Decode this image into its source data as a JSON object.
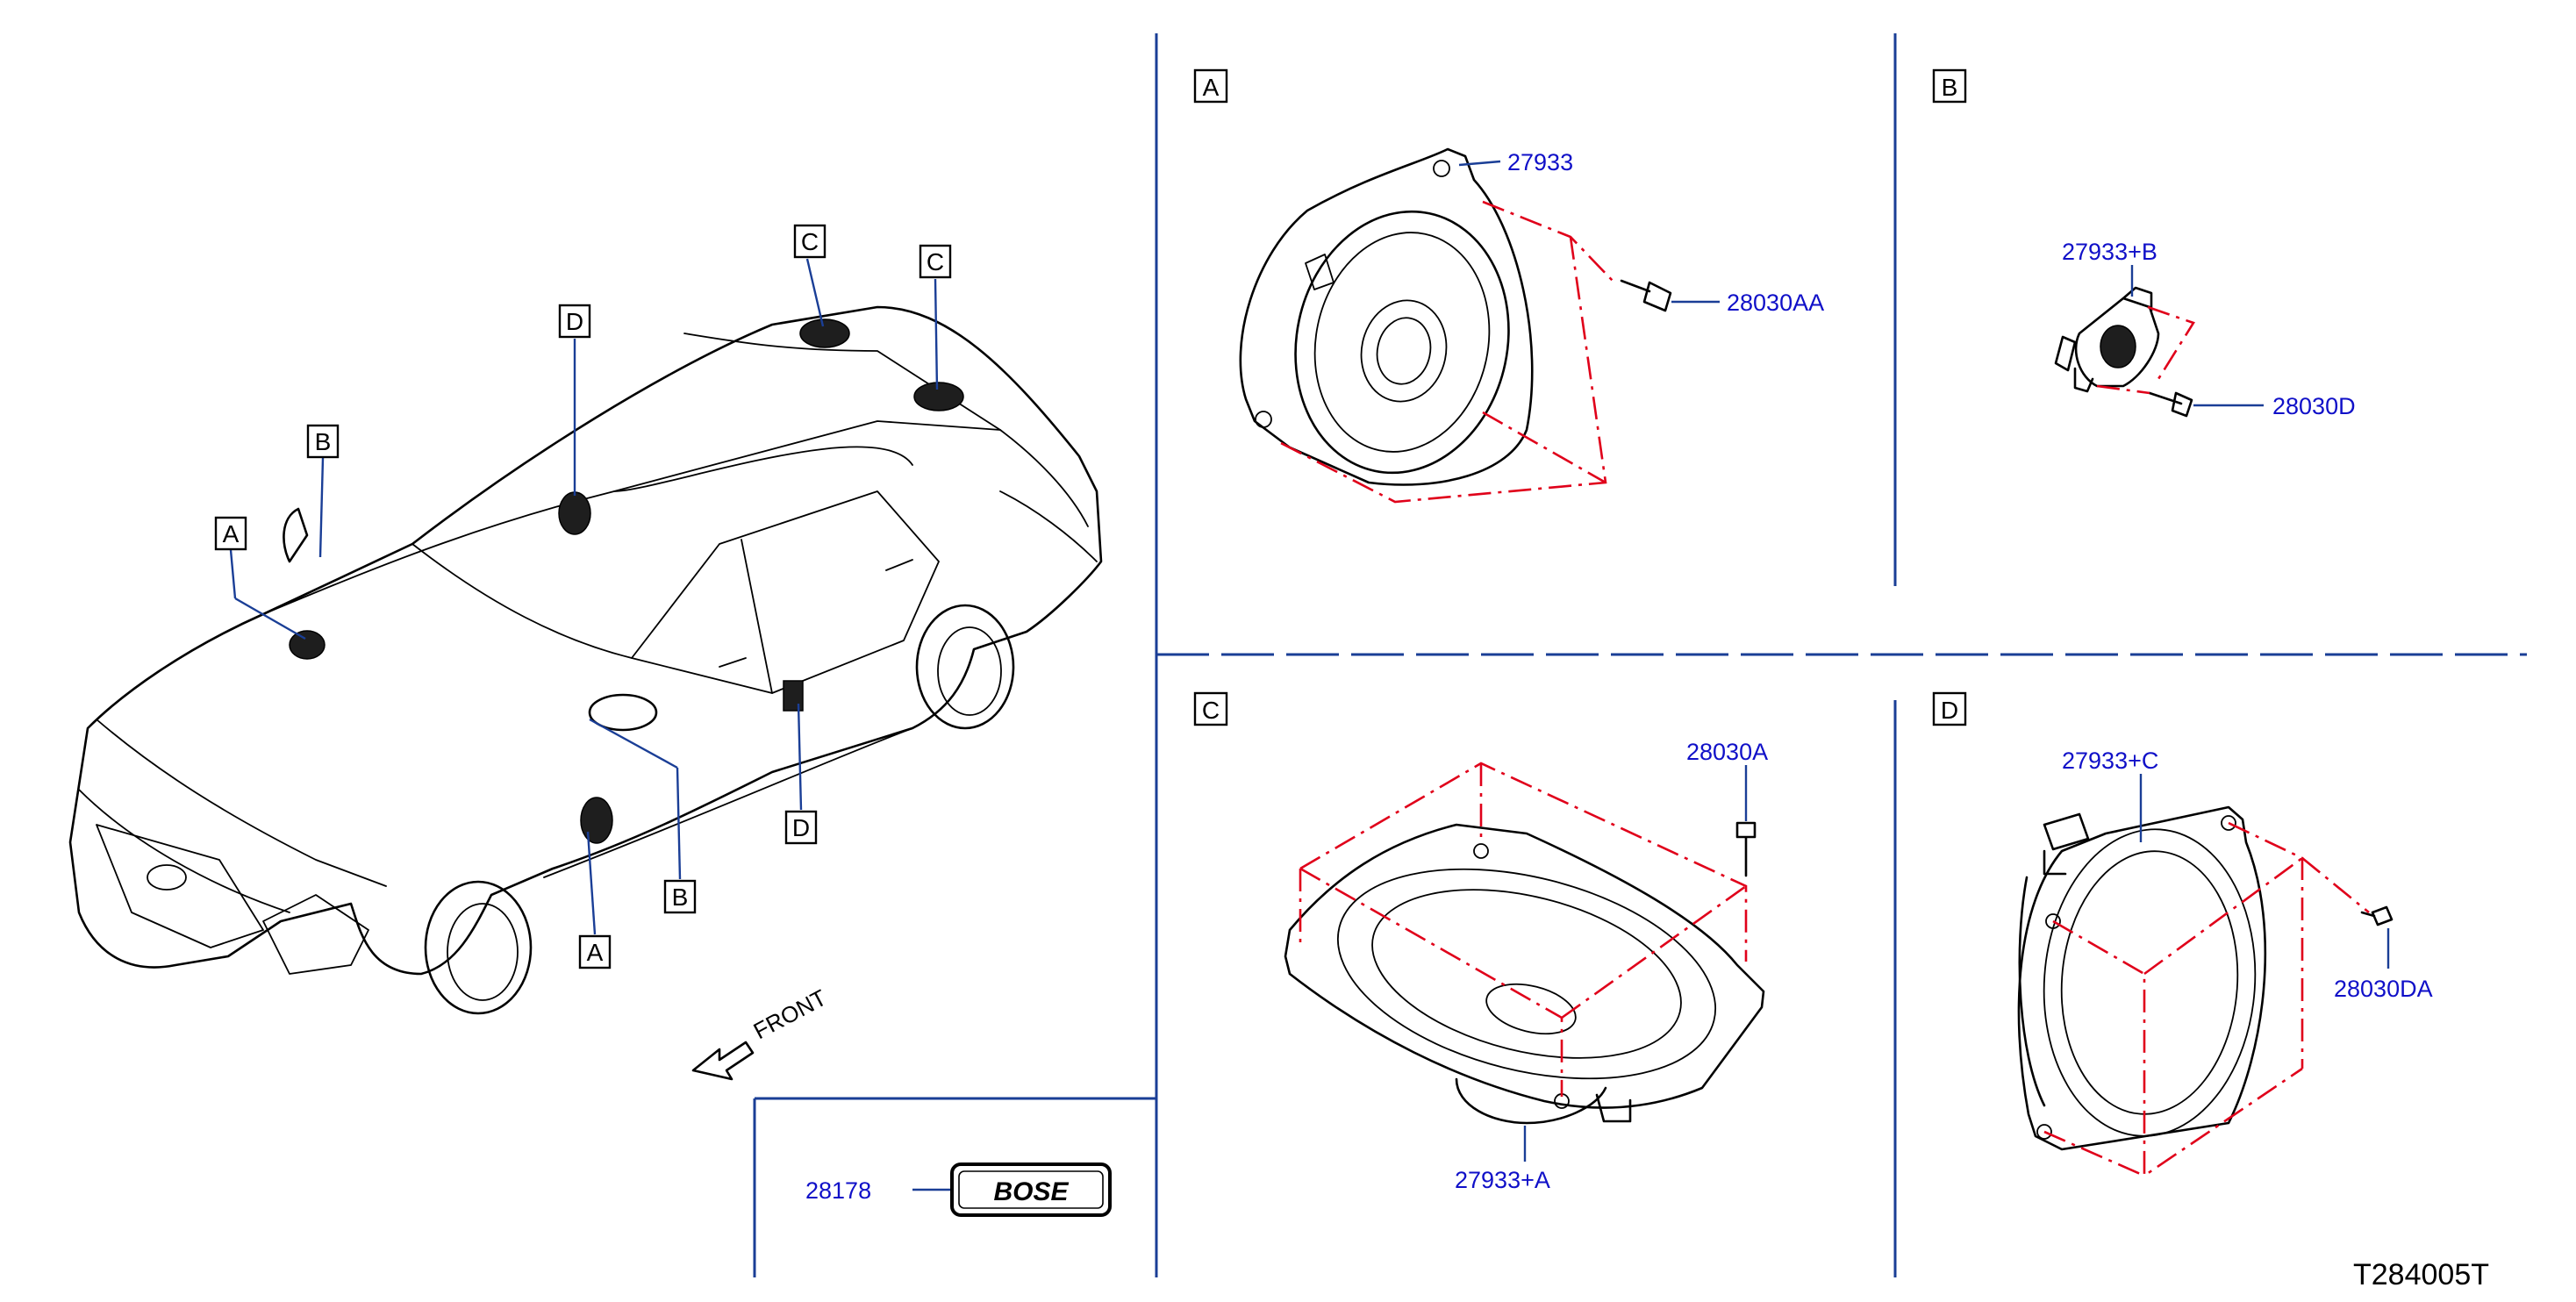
{
  "sections": {
    "a": "A",
    "b": "B",
    "c": "C",
    "d": "D"
  },
  "overview": {
    "front_label": "FRONT"
  },
  "parts": {
    "p27933": "27933",
    "p28030AA": "28030AA",
    "p27933B": "27933+B",
    "p28030D": "28030D",
    "p28030A": "28030A",
    "p27933A": "27933+A",
    "p27933C": "27933+C",
    "p28030DA": "28030DA",
    "p28178": "28178"
  },
  "emblem_text": "BOSE",
  "diagram_ref": "T284005T",
  "colors": {
    "part_number": "#1010c8",
    "divider": "#1a3e96",
    "phantom_line": "#e0001a"
  }
}
